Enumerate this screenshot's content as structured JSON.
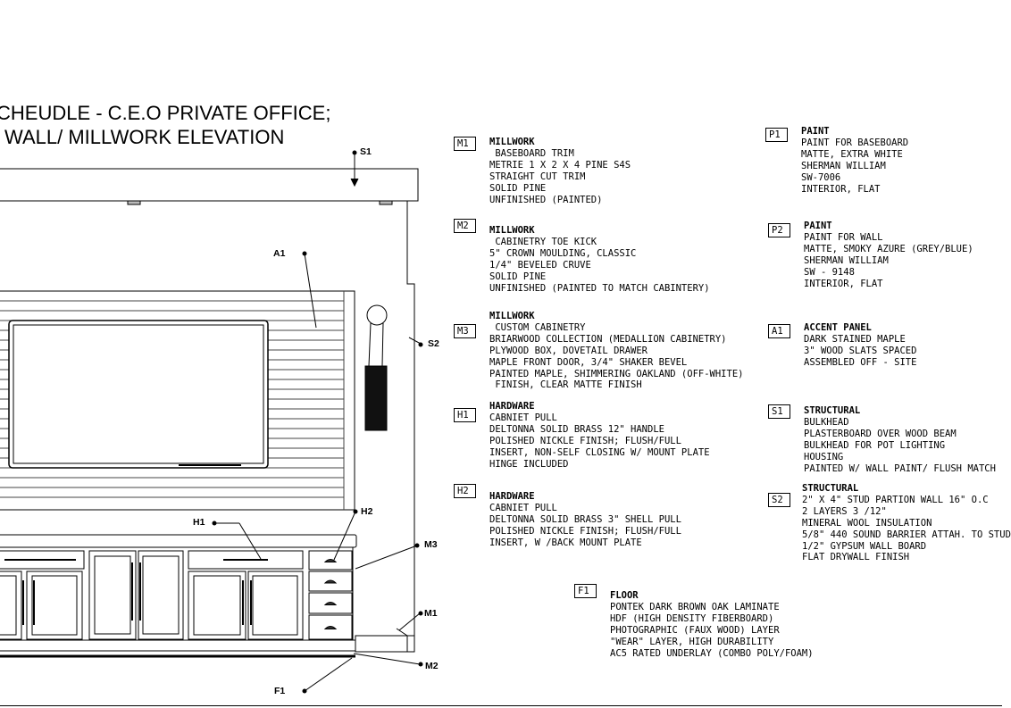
{
  "title": {
    "line1": "CHEUDLE - C.E.O PRIVATE OFFICE;",
    "line2": "WALL/ MILLWORK ELEVATION"
  },
  "callouts": {
    "S1": "S1",
    "A1": "A1",
    "S2": "S2",
    "H1": "H1",
    "H2": "H2",
    "M3": "M3",
    "M1": "M1",
    "M2": "M2",
    "F1": "F1"
  },
  "specs": [
    {
      "code": "M1",
      "heading": "MILLWORK",
      "lines": [
        " BASEBOARD TRIM",
        "METRIE 1 X 2 X 4 PINE S4S",
        "STRAIGHT CUT TRIM",
        "SOLID PINE",
        "UNFINISHED (PAINTED)"
      ]
    },
    {
      "code": "M2",
      "heading": "MILLWORK",
      "lines": [
        " CABINETRY TOE KICK",
        "5\" CROWN MOULDING, CLASSIC",
        "1/4\" BEVELED CRUVE",
        "SOLID PINE",
        "UNFINISHED (PAINTED TO MATCH CABINTERY)"
      ]
    },
    {
      "code": "M3",
      "heading": "MILLWORK",
      "lines": [
        " CUSTOM CABINETRY",
        "BRIARWOOD COLLECTION (MEDALLION CABINETRY)",
        "PLYWOOD BOX, DOVETAIL DRAWER",
        "MAPLE FRONT DOOR, 3/4\" SHAKER BEVEL",
        "PAINTED MAPLE, SHIMMERING OAKLAND (OFF-WHITE)",
        " FINISH, CLEAR MATTE FINISH"
      ]
    },
    {
      "code": "H1",
      "heading": "HARDWARE",
      "lines": [
        "CABNIET PULL",
        "DELTONNA SOLID BRASS 12\" HANDLE",
        "POLISHED NICKLE FINISH; FLUSH/FULL",
        "INSERT, NON-SELF CLOSING W/ MOUNT PLATE",
        "HINGE INCLUDED"
      ]
    },
    {
      "code": "H2",
      "heading": "HARDWARE",
      "lines": [
        "CABNIET PULL",
        "DELTONNA SOLID BRASS 3\" SHELL PULL",
        "POLISHED NICKLE FINISH; FLUSH/FULL",
        "INSERT, W /BACK MOUNT PLATE"
      ]
    },
    {
      "code": "P1",
      "heading": "PAINT",
      "lines": [
        "PAINT FOR BASEBOARD",
        "MATTE, EXTRA WHITE",
        "SHERMAN WILLIAM",
        "SW-7006",
        "INTERIOR, FLAT"
      ]
    },
    {
      "code": "P2",
      "heading": "PAINT",
      "lines": [
        "PAINT FOR WALL",
        "MATTE, SMOKY AZURE (GREY/BLUE)",
        "SHERMAN WILLIAM",
        "SW - 9148",
        "INTERIOR, FLAT"
      ]
    },
    {
      "code": "A1",
      "heading": "ACCENT PANEL",
      "lines": [
        "DARK STAINED MAPLE",
        "3\" WOOD SLATS SPACED",
        "ASSEMBLED OFF - SITE"
      ]
    },
    {
      "code": "S1",
      "heading": "STRUCTURAL",
      "lines": [
        "BULKHEAD",
        "PLASTERBOARD OVER WOOD BEAM",
        "BULKHEAD FOR POT LIGHTING",
        "HOUSING",
        "PAINTED W/ WALL PAINT/ FLUSH MATCH"
      ]
    },
    {
      "code": "S2",
      "heading": "STRUCTURAL",
      "lines": [
        "2\" X 4\" STUD PARTION WALL 16\" O.C",
        "2 LAYERS 3 /12\"",
        "MINERAL WOOL INSULATION",
        "5/8\" 440 SOUND BARRIER ATTAH. TO STUD",
        "1/2\" GYPSUM WALL BOARD",
        "FLAT DRYWALL FINISH"
      ]
    },
    {
      "code": "F1",
      "heading": "FLOOR",
      "lines": [
        "PONTEK DARK BROWN OAK LAMINATE",
        "HDF (HIGH DENSITY FIBERBOARD)",
        "PHOTOGRAPHIC (FAUX WOOD) LAYER",
        "\"WEAR\" LAYER, HIGH DURABILITY",
        "AC5 RATED UNDERLAY (COMBO POLY/FOAM)"
      ]
    }
  ]
}
